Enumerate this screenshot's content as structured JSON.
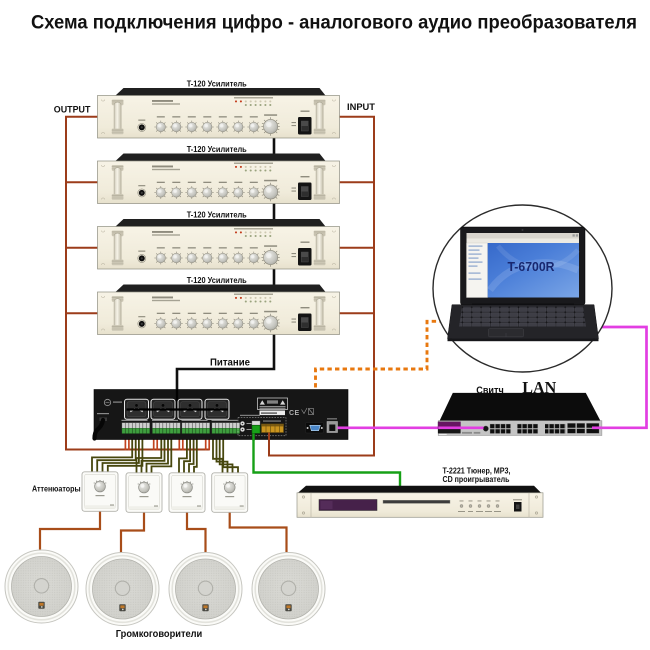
{
  "title": "Схема подключения цифро - аналогового аудио преобразователя",
  "labels": {
    "output": "OUTPUT",
    "input": "INPUT",
    "power": "Питание",
    "attenuators": "Аттенюаторы",
    "loudspeakers": "Громкоговорители",
    "switch": "Свитч",
    "lan": "LAN"
  },
  "amplifiers": [
    {
      "label": "T-120 Усилитель"
    },
    {
      "label": "T-120 Усилитель"
    },
    {
      "label": "T-120 Усилитель"
    },
    {
      "label": "T-120 Усилитель"
    }
  ],
  "laptop": {
    "screen_label": "T-6700R"
  },
  "tuner": {
    "label_line1": "T-2221 Тюнер, MP3,",
    "label_line2": "CD проигрыватель"
  },
  "main_unit": {
    "ce_mark": "CE"
  },
  "colors": {
    "audio_bus": "#9c3c1a",
    "terminal_wire_red": "#c2431f",
    "speaker_wire": "#a84d19",
    "attenuator_wire": "#47470e",
    "power_wire": "#101010",
    "serial_dashed": "#e8780f",
    "lan_wire": "#e23ee2",
    "tuner_wire": "#16a016"
  },
  "connections": [
    {
      "from": "amplifiers OUTPUT bus",
      "to": "speaker line terminals",
      "style": "solid",
      "color_key": "audio_bus"
    },
    {
      "from": "main unit audio output block",
      "to": "amplifiers INPUT bus",
      "style": "solid",
      "color_key": "audio_bus"
    },
    {
      "from": "amplifier chain",
      "to": "main unit power outlets (Питание)",
      "style": "solid",
      "color_key": "power_wire"
    },
    {
      "from": "main unit serial port",
      "to": "laptop T-6700R",
      "style": "dashed",
      "color_key": "serial_dashed"
    },
    {
      "from": "main unit LAN port",
      "to": "switch (Свитч)",
      "style": "solid",
      "color_key": "lan_wire"
    },
    {
      "from": "switch (Свитч)",
      "to": "laptop T-6700R",
      "style": "solid",
      "color_key": "lan_wire"
    },
    {
      "from": "main unit",
      "to": "tuner T-2221",
      "style": "solid",
      "color_key": "tuner_wire"
    },
    {
      "from": "main unit terminal strips",
      "to": "attenuators",
      "style": "solid",
      "color_key": "attenuator_wire"
    },
    {
      "from": "attenuators",
      "to": "loudspeakers",
      "style": "solid",
      "color_key": "speaker_wire"
    }
  ]
}
